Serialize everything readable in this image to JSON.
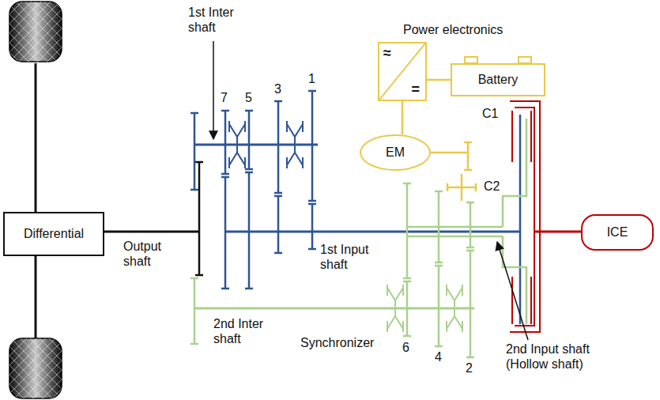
{
  "diagram": {
    "nodes": [
      {
        "text": [
          "Power electronics",
          "≈",
          "="
        ]
      },
      {
        "text": [
          "Battery"
        ]
      },
      {
        "text": [
          "EM"
        ]
      },
      {
        "text": [
          "Differential"
        ]
      },
      {
        "text": [
          "ICE"
        ]
      }
    ],
    "edges": [
      {
        "from": 0,
        "to": 1,
        "arrow": "none"
      },
      {
        "from": 0,
        "to": 2,
        "arrow": "none"
      }
    ],
    "labels": [
      "1st Inter shaft",
      "7",
      "5",
      "3",
      "1",
      "C1",
      "C2",
      "Output shaft",
      "1st Input shaft",
      "2nd Inter shaft",
      "Synchronizer",
      "6",
      "4",
      "2",
      "2nd Input shaft (Hollow shaft)"
    ]
  }
}
